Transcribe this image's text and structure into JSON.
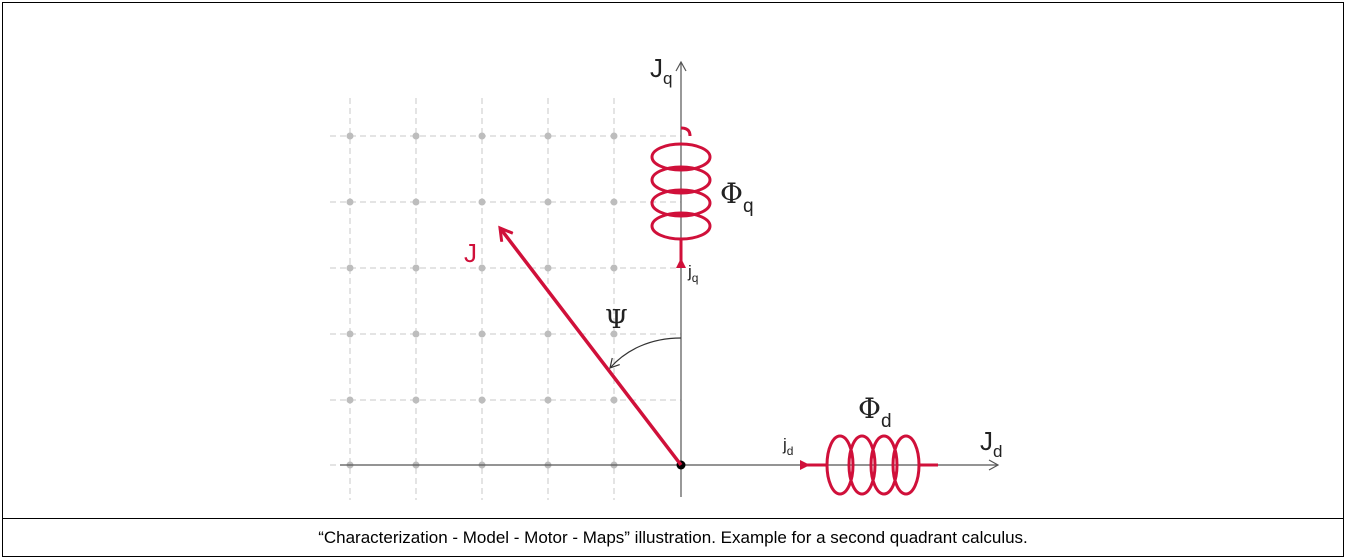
{
  "diagram": {
    "axis_q": {
      "main": "J",
      "sub": "q"
    },
    "axis_d": {
      "main": "J",
      "sub": "d"
    },
    "vector_label": "J",
    "angle_label": "Ψ",
    "flux_q": {
      "main": "Φ",
      "sub": "q"
    },
    "flux_d": {
      "main": "Φ",
      "sub": "d"
    },
    "current_q": {
      "main": "j",
      "sub": "q"
    },
    "current_d": {
      "main": "j",
      "sub": "d"
    }
  },
  "colors": {
    "accent": "#d0103a",
    "axis": "#555555",
    "grid": "#c8c8c8",
    "grid_dot": "#bdbdbd"
  },
  "caption": "“Characterization - Model - Motor - Maps” illustration. Example for a second quadrant calculus."
}
